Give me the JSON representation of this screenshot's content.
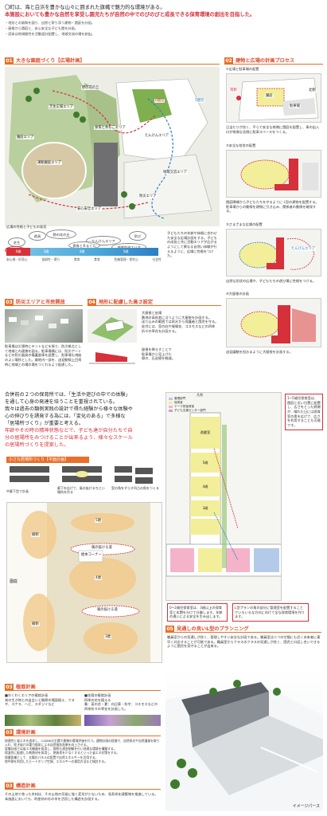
{
  "intro": {
    "title": "〇町は、海と白浜を豊かな山々に囲まれた旗幟で魅力的な環境がある。",
    "subtitle": "本施設においても豊かな自然を享受し園児たちが自然の中でのびのびと成長できる保育環境の創出を目指した。",
    "bullets": [
      "・地形との調和を図り、自然と寄り添う建物・園庭を計画。",
      "・屋根から園庭と、安心安全な子ども園を計画。",
      "・読本は地域間性を活動設計配置し、地域交流の場を創出。"
    ]
  },
  "sec01": {
    "num": "01",
    "title": "大きな園庭づくり【広場計画】",
    "labels": {
      "lawn": "芝生広場エリア",
      "forest": "野の花の丘",
      "tree": "食育と木もこエリア",
      "garden": "園庭エリア",
      "sports": "運動園庭エリア",
      "walk": "たんけんエリア",
      "community": "地域交流エリア",
      "disaster": "防災エリア",
      "safe": "安心安全エリア"
    },
    "age_from": "0歳児",
    "age_to": "5歳児",
    "sub": "広場の性格と子どもの発見",
    "ovals": [
      "芝生",
      "遊具",
      "野の花の丘",
      "たんけんエリア",
      "防災",
      "食育とＢ＆くん",
      "地域交流エリア",
      "安心安全"
    ],
    "ages": [
      "0歳",
      "3歳",
      "4歳",
      "5歳"
    ],
    "bottom": [
      "安心感・好奇心",
      "協調性・運行",
      "食育",
      "食育",
      "危機管理・探究心",
      "社会性"
    ],
    "note": "子どもたちの年齢や体格に合わせた安全な広場計画をする。子どもの成長と共に活動エリアが広がるようにして異なる自然い体験が行えるように、広場に性格をつけた。"
  },
  "sec02": {
    "num": "02",
    "title": "建物と広場の計画プロセス",
    "steps": [
      {
        "head": "①広場と駐車場の配置",
        "text": "日当たりが良く、平らで安全な南側に園庭を配置し、車の出入口が南側な北側に駐車スペースをつくる。",
        "labels": {
          "south": "南側",
          "north": "北側",
          "yard": "園庭",
          "parking": "駐車場"
        }
      },
      {
        "head": "②安全な校舎の配置",
        "text": "園庭隣棟から子どもたちを守るように L型の建物を配置する。駐車場からの動線を建物に引き込み、関係者の動線を確保する。"
      },
      {
        "head": "③さまざまな広場の配置",
        "text": "自然な形状の広場や、子どもたちの遊び場に性格をつける。",
        "labels": {
          "walk": "たんけんエリア"
        }
      },
      {
        "head": "④大屋根の計画",
        "text": "送迎議動を担おまように大屋根を計画する。"
      }
    ]
  },
  "sec03a": {
    "num": "03",
    "title": "防災エリアと市民開放",
    "text": "駐車場は災害時にテントなどを張り、防災拠点として地域との連携を図る。駐車場横には、防災ゲートなどの防災器具の備蓄倉庫を設置し、駐車場も視座のよい場所とした。裁地内一部を、送迎動線上目常時に地域との場の場をつくれるよう配慮した。"
  },
  "sec04": {
    "num": "04",
    "title": "地形に配慮した高さ設定",
    "text1": "大屋根と庇場\n敷地の高低差に沿うように大屋根を計画する。\n送り込みの範囲では雨水から保護者と園児を守る。\n庇付には、室の庇や服場花、コスモスなどの四季折々の草花を計画する。",
    "text2": "屋根を降ろすことで\n駐車場から見上げた\n際の、圧迫感を軽減。"
  },
  "sec05": {
    "intro1": "合併前の２つの保育所では、「生活や遊びの中での体験」",
    "intro2": "を通して心身の発達を培うことを重視されている。",
    "intro3": "我々は過去の類例実践の設計で得た経験から様々な体験や",
    "intro4": "心の伸びりを誘発する為には、「変化のある」で多様な",
    "intro5": "「居場所づくり」が重要と考える。",
    "red1": "年齢やその時の精神状態などで、子ども達が自分たちで自",
    "red2": "分の居場所をみつけることが出来るよう、様々なスケール",
    "red3": "の居場所づくりを提案した。",
    "mini_title": "小さな居場所づくり【平面計画】",
    "mini": [
      "中廊下型で計画",
      "廊下を広げて、風の抜けるちとい場所を作る",
      "室の角をずらす凹凸の角をつくる"
    ],
    "plan_labels": {
      "garden": "園庭",
      "shrine": "縁側",
      "shrine2": "縁側",
      "hall": "絵本コーナー",
      "wind": "風の抜ける道",
      "wind2": "風の抜ける道",
      "r5": "5歳",
      "r4": "4歳",
      "r3": "3歳",
      "gar": "遊戯室"
    },
    "legend": [
      "管理部門",
      "保育室",
      "テーマ別保育室",
      "子ども支援センター部門"
    ],
    "legend_head": "凡例",
    "right_note": "1~5歳児保育室は、園庭と近い位置に配置し、広さをとった締側が、晴れた日には保育室の奥を広げて、広さを利用することも可能です。",
    "bottom_left": "0~2歳児保育室は、3歳以上の保育室と玄関を分けて分離します。年齢の違いによる安全を生み出します。",
    "bottom_right": "L型プランの角の部分に管理室を配置することでいろいろな方向に向けて全な保育環境を作ります。",
    "flow_num": "05",
    "flow_title": "見通しの良いL型のプランニング",
    "flow_text": "職員室からの見通しが良く、管理しやすい安全な計画である。職員室は二つの空間にも近く未来者に素早く対応することが可能である。職員室からクラスのクラスの見通しが良く、園児と口話し合いできるように園児を見守ることが出来る。"
  },
  "sec03b": {
    "num": "03",
    "title": "植栽計画",
    "l1": "■わくわくエリアの植栽計画",
    "l2": "林の生き物との出会いと観察の場面植え、クヌギ、コナラ、ヘビ、スダジイなど",
    "r1": "■花壇の植栽計画",
    "r2": "四季の花を植える",
    "r3": "春：菜の花・夏：向日葵・秋冬：コスモスなどの四季折々の草花を計画した。"
  },
  "sec03c": {
    "num": "03",
    "title": "環境計画",
    "text": "快適性と省エネを追求し、CASBEの主題で建物の環境評価を行う。建物計画の段階で、自然採光や自然通風を取り入れ、吹き抜けの重力換気による自然換気効果を向上させる。\n設備計画では省エネ機器を採用し、照明も適宜制御を行い快適な環境を構築する。\n保温性に配慮した断熱材を採用し、熱負荷を少なくするといった省エネ対策をする。\n保健設備として、太陽光パネルの設置で自然エネルギーを活用する。\n地中熱を利用したヒートポンプ空調、エネルギーの運用方法など検討する。"
  },
  "sec03d": {
    "num": "03",
    "title": "構造計画",
    "text": "その土地で育った木材は、その土地の気候に強く変形が少ないため、長寿命化建築物を推進している。本施設においても、町産材の杉の木を活用した構造を計画する。"
  },
  "image_caption": "イメージパース",
  "colors": {
    "accent": "#e8702a",
    "red": "#d6303a",
    "blue": "#2b7ec4",
    "green": "#9fb79b"
  }
}
